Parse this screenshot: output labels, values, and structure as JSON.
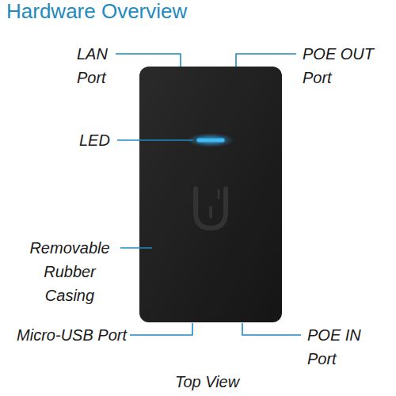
{
  "diagram": {
    "title": "Hardware Overview",
    "caption": "Top View",
    "labels": [
      "LAN Port",
      "POE OUT Port",
      "LED",
      "Removable Rubber Casing",
      "Micro-USB Port",
      "POE IN Port"
    ]
  }
}
